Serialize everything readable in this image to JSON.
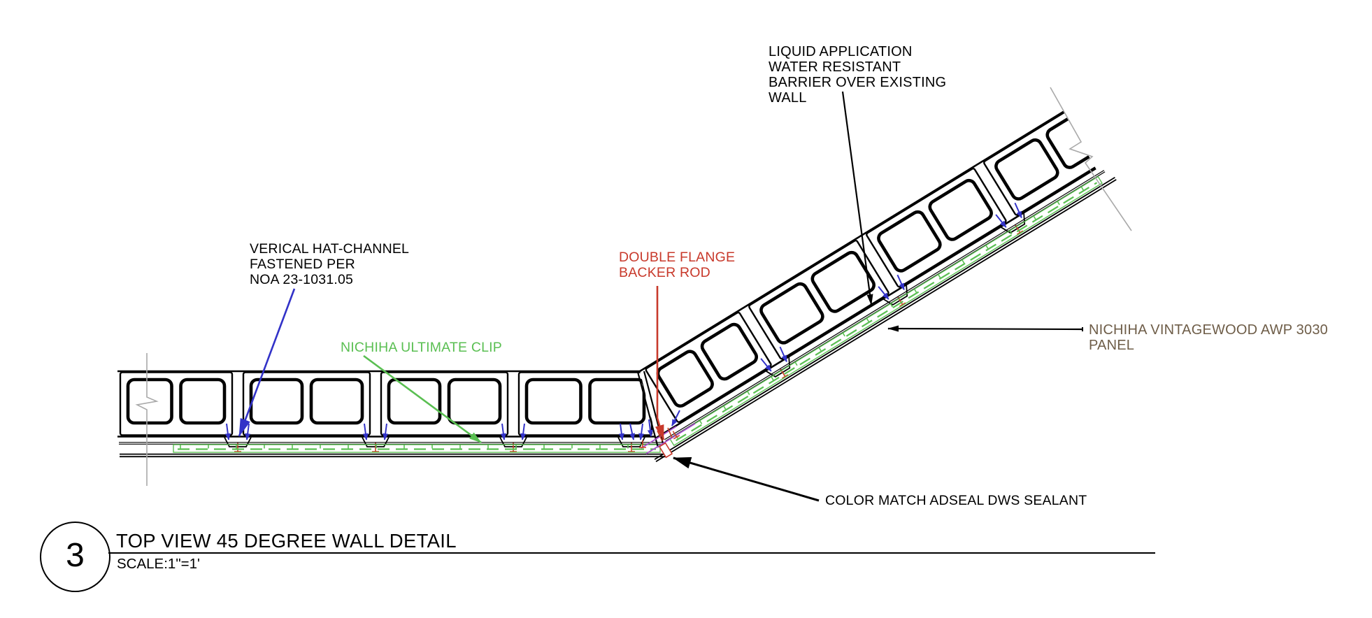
{
  "colors": {
    "line": "#000000",
    "break_line_gray": "#a9a9a9",
    "leader_blue": "#3232c8",
    "clip_green": "#5abf52",
    "backer_red": "#c8392b",
    "hat_mark_red": "#cc4125",
    "joint_magenta": "#a94fd0",
    "panel_label_brown": "#6e5d48"
  },
  "annotations": {
    "wrb_label": {
      "lines": [
        "LIQUID APPLICATION",
        "WATER RESISTANT",
        "BARRIER OVER EXISTING",
        "WALL"
      ]
    },
    "hat_channel_label": {
      "lines": [
        "VERICAL HAT-CHANNEL",
        "FASTENED PER",
        "NOA 23-1031.05"
      ]
    },
    "ultimate_clip_label": {
      "lines": [
        "NICHIHA ULTIMATE CLIP"
      ]
    },
    "backer_rod_label": {
      "lines": [
        "DOUBLE FLANGE",
        "BACKER ROD"
      ]
    },
    "panel_label": {
      "lines": [
        "NICHIHA VINTAGEWOOD AWP 3030 PANEL"
      ]
    },
    "sealant_label": {
      "lines": [
        "COLOR MATCH ADSEAL DWS SEALANT"
      ]
    }
  },
  "title_block": {
    "detail_number": "3",
    "title": "TOP VIEW 45 DEGREE WALL DETAIL",
    "scale": "SCALE:1\"=1'"
  }
}
